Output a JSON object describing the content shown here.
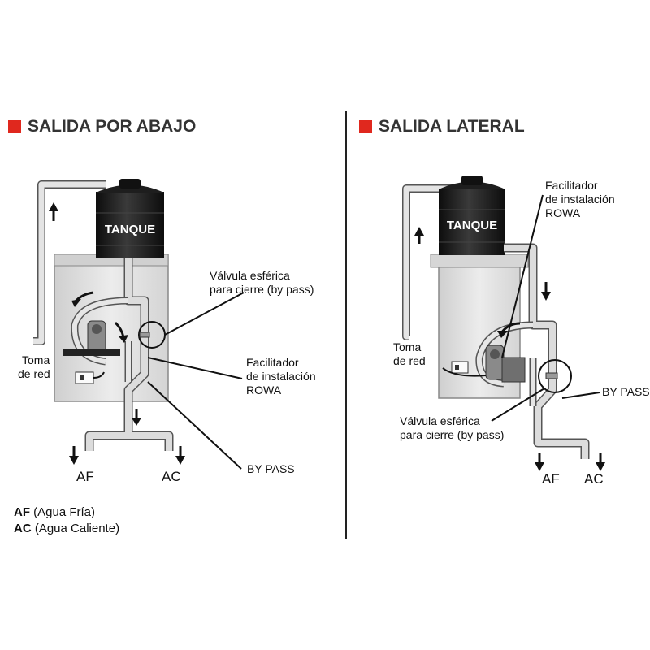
{
  "left": {
    "heading": "SALIDA POR ABAJO",
    "tank": "TANQUE",
    "valve_label": [
      "Válvula esférica",
      "para cierre (by pass)"
    ],
    "rowa_label": [
      "Facilitador",
      "de instalación",
      "ROWA"
    ],
    "bypass_label": "BY PASS",
    "toma_label": [
      "Toma",
      "de red"
    ],
    "af": "AF",
    "ac": "AC"
  },
  "right": {
    "heading": "SALIDA LATERAL",
    "tank": "TANQUE",
    "rowa_label": [
      "Facilitador",
      "de instalación",
      "ROWA"
    ],
    "bypass_label": "BY PASS",
    "valve_label": [
      "Válvula esférica",
      "para cierre (by pass)"
    ],
    "toma_label": [
      "Toma",
      "de red"
    ],
    "af": "AF",
    "ac": "AC"
  },
  "legend": {
    "af_abbr": "AF",
    "af_text": " (Agua Fría)",
    "ac_abbr": "AC",
    "ac_text": " (Agua Caliente)"
  },
  "colors": {
    "accent": "#e0281e",
    "tank": "#1c1c1c",
    "pipe": "#d9d9d9",
    "pipe_stroke": "#555555",
    "box": "#e6e6e6"
  }
}
